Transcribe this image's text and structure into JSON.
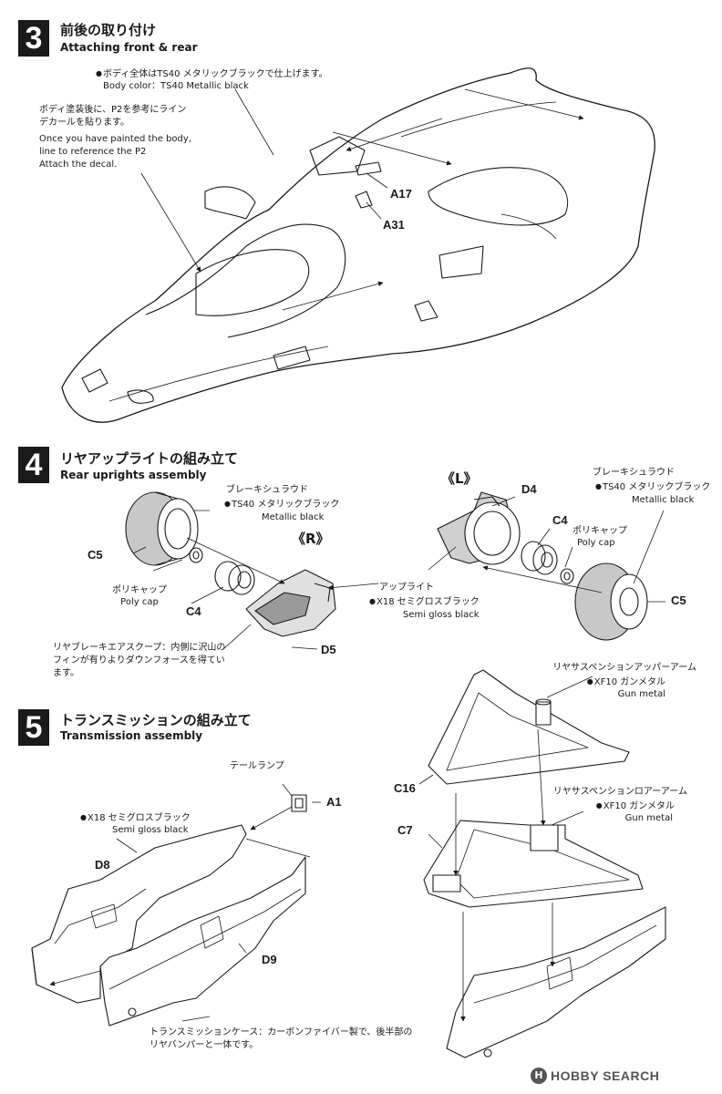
{
  "steps": [
    {
      "number": "3",
      "title_jp": "前後の取り付け",
      "title_en": "Attaching front & rear"
    },
    {
      "number": "4",
      "title_jp": "リヤアップライトの組み立て",
      "title_en": "Rear uprights assembly"
    },
    {
      "number": "5",
      "title_jp": "トランスミッションの組み立て",
      "title_en": "Transmission assembly"
    }
  ],
  "step3": {
    "body_color_jp": "ボディ全体はTS40 メタリックブラックで仕上げます。",
    "body_color_en": "Body color：TS40 Metallic black",
    "decal_jp_1": "ボディ塗装後に、P2を参考にライン",
    "decal_jp_2": "デカールを貼ります。",
    "decal_en_1": "Once you have painted the body,",
    "decal_en_2": "line to reference the P2",
    "decal_en_3": "Attach the decal.",
    "parts": {
      "a17": "A17",
      "a31": "A31"
    }
  },
  "step4": {
    "side_r": "《R》",
    "side_l": "《L》",
    "brake_shroud_jp": "ブレーキシュラウド",
    "ts40_jp": "TS40 メタリックブラック",
    "metallic_black_en": "Metallic black",
    "poly_cap_jp": "ポリキャップ",
    "poly_cap_en": "Poly cap",
    "upright_jp": "アップライト",
    "x18_jp": "X18 セミグロスブラック",
    "semi_gloss_en": "Semi gloss black",
    "scoop_jp_1": "リヤブレーキエアスクープ：内側に沢山の",
    "scoop_jp_2": "フィンが有りよりダウンフォースを得てい",
    "scoop_jp_3": "ます。",
    "parts": {
      "c5": "C5",
      "c4": "C4",
      "d5": "D5",
      "d4": "D4"
    }
  },
  "step5": {
    "tail_lamp_jp": "テールランプ",
    "x18_jp": "X18 セミグロスブラック",
    "semi_gloss_en": "Semi gloss black",
    "case_jp_1": "トランスミッションケース：カーボンファイバー製で、後半部の",
    "case_jp_2": "リヤバンパーと一体です。",
    "upper_arm_jp": "リヤサスペンションアッパーアーム",
    "lower_arm_jp": "リヤサスペンションロアーアーム",
    "xf10_jp": "XF10 ガンメタル",
    "gun_metal_en": "Gun metal",
    "parts": {
      "a1": "A1",
      "d8": "D8",
      "d9": "D9",
      "c16": "C16",
      "c7": "C7"
    }
  },
  "watermark": {
    "logo": "H",
    "text": "HOBBY SEARCH"
  }
}
